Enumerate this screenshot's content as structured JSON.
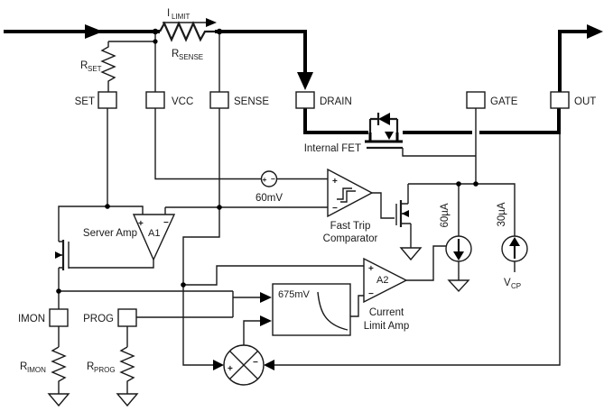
{
  "pins": {
    "set": "SET",
    "vcc": "VCC",
    "sense": "SENSE",
    "drain": "DRAIN",
    "gate": "GATE",
    "out": "OUT",
    "imon": "IMON",
    "prog": "PROG"
  },
  "labels": {
    "i_limit": {
      "base": "I",
      "sub": "LIMIT"
    },
    "r_sense": {
      "base": "R",
      "sub": "SENSE"
    },
    "r_set": {
      "base": "R",
      "sub": "SET"
    },
    "r_imon": {
      "base": "R",
      "sub": "IMON"
    },
    "r_prog": {
      "base": "R",
      "sub": "PROG"
    },
    "v_cp": {
      "base": "V",
      "sub": "CP"
    },
    "internal_fet": "Internal FET",
    "server_amp": "Server Amp",
    "a1": "A1",
    "a2": "A2",
    "fast_trip": [
      "Fast Trip",
      "Comparator"
    ],
    "current_limit": [
      "Current",
      "Limit Amp"
    ],
    "offset": "60mV",
    "reference": "675mV",
    "source_60ua": "60µA",
    "source_30ua": "30µA",
    "plus": "+",
    "minus": "−"
  },
  "colors": {
    "wire": "#1a1a1a",
    "background": "#ffffff"
  }
}
